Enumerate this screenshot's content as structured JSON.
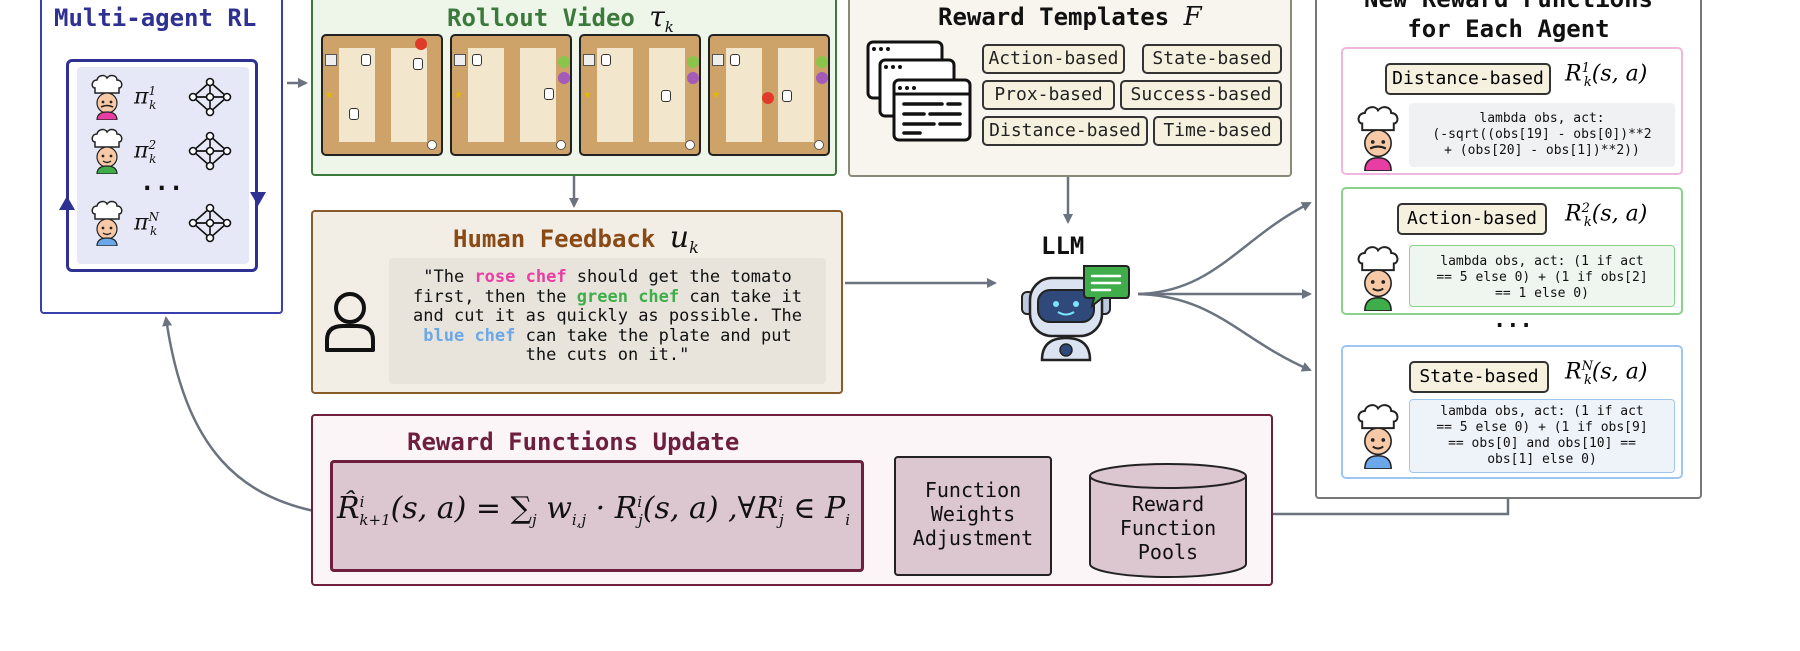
{
  "multiagent": {
    "title": "Multi-agent RL",
    "policies": [
      "π",
      "π",
      "π"
    ],
    "policy_sups": [
      "1",
      "2",
      "N"
    ],
    "policy_sub": "k",
    "ellipsis": "..."
  },
  "rollout": {
    "title": "Rollout Video",
    "symbol": "τ",
    "sub": "k"
  },
  "templates": {
    "title": "Reward Templates",
    "symbol": "F",
    "tags": [
      "Action-based",
      "State-based",
      "Prox-based",
      "Success-based",
      "Distance-based",
      "Time-based"
    ]
  },
  "feedback": {
    "title": "Human Feedback",
    "symbol": "u",
    "sub": "k",
    "quote_line1_a": "\"The ",
    "quote_rose": "rose chef",
    "quote_line1_b": " should get the tomato",
    "quote_line2_a": "first, then the ",
    "quote_green": "green chef",
    "quote_line2_b": " can take it",
    "quote_line3": "and cut it as quickly as possible. The",
    "quote_blue": "blue chef",
    "quote_line4_b": " can take the plate and put",
    "quote_line5": "the cuts on it.\""
  },
  "llm": {
    "label": "LLM"
  },
  "new_rewards": {
    "title_line1": "New Reward Functions",
    "title_line2": "for Each Agent",
    "ellipsis": "...",
    "agents": [
      {
        "type": "Distance-based",
        "sup": "1",
        "code": "lambda obs, act:\n(-sqrt((obs[19] - obs[0])**2\n+ (obs[20] - obs[1])**2))"
      },
      {
        "type": "Action-based",
        "sup": "2",
        "code": "lambda obs, act: (1 if act\n== 5 else 0) + (1 if obs[2]\n== 1 else 0)"
      },
      {
        "type": "State-based",
        "sup": "N",
        "code": "lambda obs, act: (1 if act\n== 5 else 0) + (1 if obs[9]\n== obs[0] and obs[10] ==\nobs[1] else 0)"
      }
    ],
    "func_R": "R",
    "func_sub": "k",
    "func_args": "(s, a)"
  },
  "update": {
    "title": "Reward Functions Update",
    "formula_a": "R̂",
    "formula_sup": "i",
    "formula_sub": "k+1",
    "formula_b": "(s, a) = ∑",
    "formula_sum_sub": "j",
    "formula_c": " w",
    "formula_w_sub": "i,j",
    "formula_d": " · R",
    "formula_r_sup": "i",
    "formula_r_sub": "j",
    "formula_e": "(s, a) ,∀R",
    "formula_f_sup": "i",
    "formula_f_sub": "j",
    "formula_g": " ∈ P",
    "formula_g_sub": "i",
    "weights_label": "Function\nWeights\nAdjustment",
    "pools_label": "Reward\nFunction\nPools"
  },
  "colors": {
    "multiagent_border": "#3a3fb0",
    "multiagent_title": "#2e3192",
    "rollout_border": "#3b7a3b",
    "rollout_title": "#3b7a3b",
    "feedback_border": "#8a5a2b",
    "feedback_title": "#8a4a16",
    "update_border": "#6e1f3d",
    "update_title": "#6e1f3d",
    "rose": "#e83ea3",
    "green": "#3fae4a",
    "blue": "#6aa8ea",
    "arrow": "#6b7280"
  }
}
